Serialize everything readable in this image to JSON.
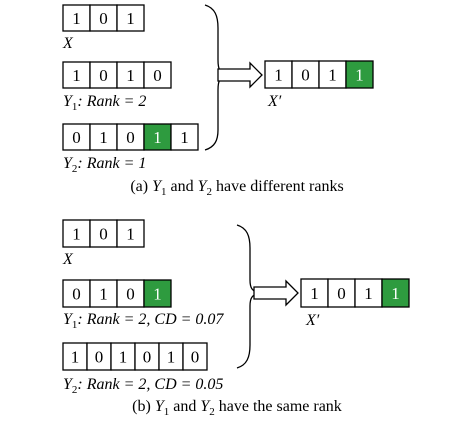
{
  "colors": {
    "highlight": "#2e9b3f"
  },
  "panel_a": {
    "x_cells": [
      "1",
      "0",
      "1"
    ],
    "x_label": "X",
    "y1_cells": [
      "1",
      "0",
      "1",
      "0"
    ],
    "y1_label": {
      "var": "Y",
      "sub": "1",
      "rest": ": Rank = 2"
    },
    "y2_cells": [
      "0",
      "1",
      "0",
      "1",
      "1"
    ],
    "y2_highlight": [
      3
    ],
    "y2_label": {
      "var": "Y",
      "sub": "2",
      "rest": ": Rank = 1"
    },
    "result_cells": [
      "1",
      "0",
      "1",
      "1"
    ],
    "result_highlight": [
      3
    ],
    "result_label": "X′",
    "caption": {
      "prefix": "(a) ",
      "var1": "Y",
      "sub1": "1",
      "mid": " and ",
      "var2": "Y",
      "sub2": "2",
      "suffix": " have different ranks"
    }
  },
  "panel_b": {
    "x_cells": [
      "1",
      "0",
      "1"
    ],
    "x_label": "X",
    "y1_cells": [
      "0",
      "1",
      "0",
      "1"
    ],
    "y1_highlight": [
      3
    ],
    "y1_label": {
      "var": "Y",
      "sub": "1",
      "rest": ": Rank = 2, CD = 0.07"
    },
    "y2_cells": [
      "1",
      "0",
      "1",
      "0",
      "1",
      "0"
    ],
    "y2_label": {
      "var": "Y",
      "sub": "2",
      "rest": ": Rank = 2, CD = 0.05"
    },
    "result_cells": [
      "1",
      "0",
      "1",
      "1"
    ],
    "result_highlight": [
      3
    ],
    "result_label": "X′",
    "caption": {
      "prefix": "(b) ",
      "var1": "Y",
      "sub1": "1",
      "mid": " and ",
      "var2": "Y",
      "sub2": "2",
      "suffix": " have the same rank"
    }
  }
}
